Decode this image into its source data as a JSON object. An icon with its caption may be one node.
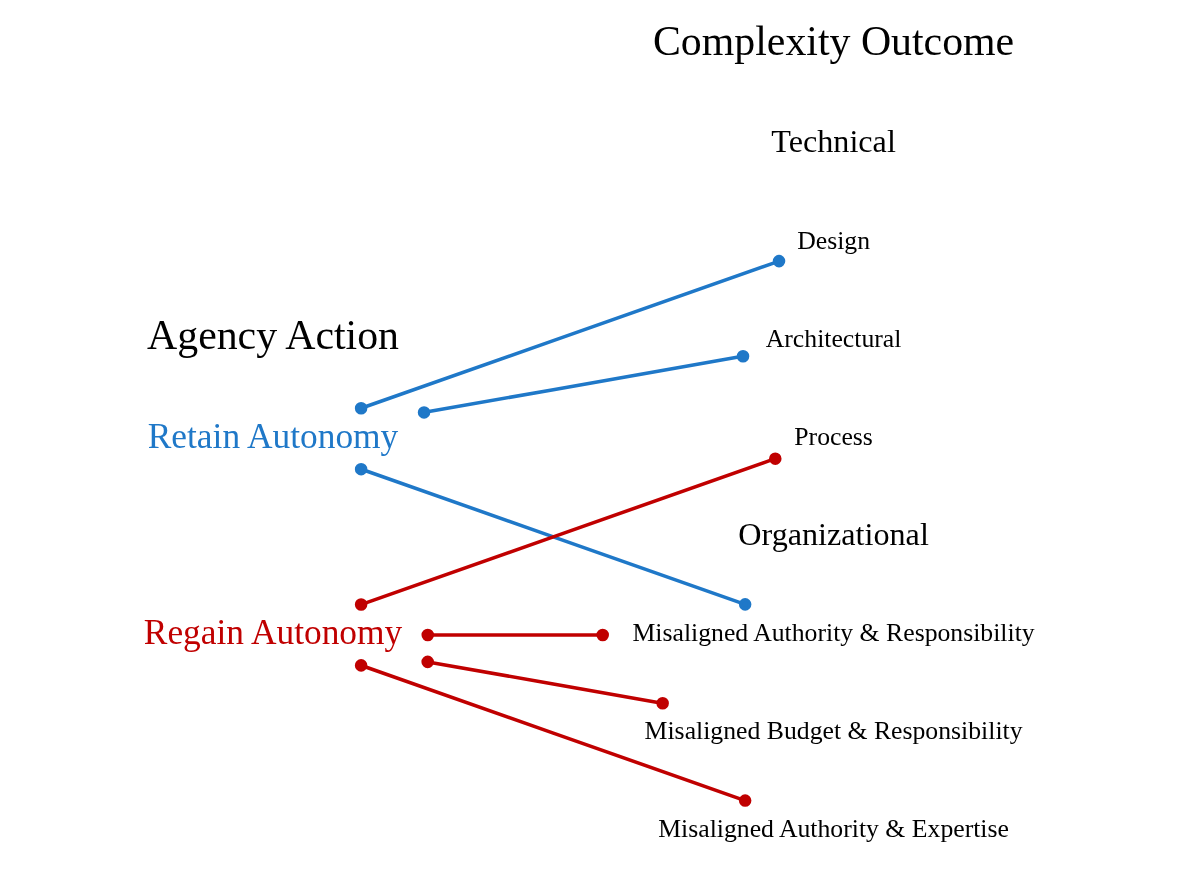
{
  "diagram": {
    "nodes": [
      {
        "text": [
          "Retain Autonomy"
        ]
      },
      {
        "text": [
          "Regain Autonomy"
        ]
      },
      {
        "text": [
          "Design"
        ]
      },
      {
        "text": [
          "Architectural"
        ]
      },
      {
        "text": [
          "Process"
        ]
      },
      {
        "text": [
          "Misaligned Authority & Responsibility"
        ]
      },
      {
        "text": [
          "Misaligned Budget & Responsibility"
        ]
      },
      {
        "text": [
          "Misaligned Authority & Expertise"
        ]
      }
    ],
    "edges": [
      {
        "from": 0,
        "to": 2,
        "arrow": "other",
        "color": "#1f78c8"
      },
      {
        "from": 0,
        "to": 3,
        "arrow": "other",
        "color": "#1f78c8"
      },
      {
        "from": 0,
        "to": 5,
        "arrow": "other",
        "color": "#1f78c8"
      },
      {
        "from": 1,
        "to": 4,
        "arrow": "other"
      },
      {
        "from": 1,
        "to": 5,
        "arrow": "other"
      },
      {
        "from": 1,
        "to": 6,
        "arrow": "other"
      },
      {
        "from": 1,
        "to": 7,
        "arrow": "other"
      }
    ],
    "labels": [
      "Agency Action",
      "Complexity Outcome",
      "Technical",
      "Organizational"
    ]
  }
}
